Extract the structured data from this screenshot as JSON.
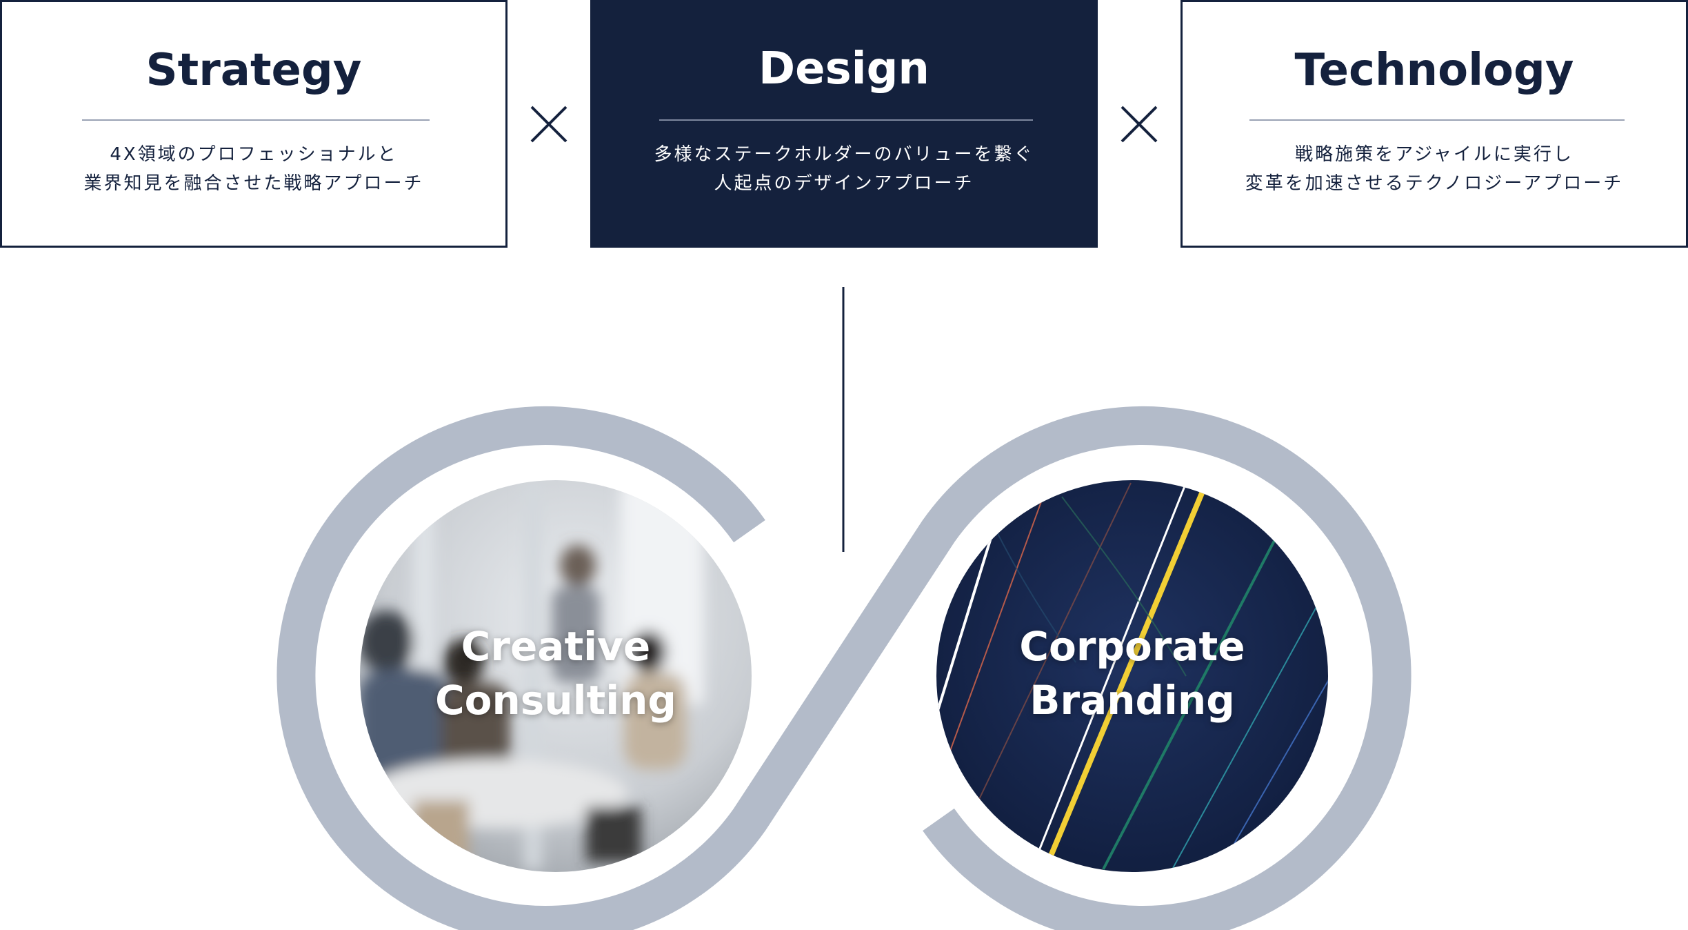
{
  "cards": [
    {
      "title": "Strategy",
      "desc": [
        "4X領域のプロフェッショナルと",
        "業界知見を融合させた戦略アプローチ"
      ]
    },
    {
      "title": "Design",
      "desc": [
        "多様なステークホルダーのバリューを繋ぐ",
        "人起点のデザインアプローチ"
      ]
    },
    {
      "title": "Technology",
      "desc": [
        "戦略施策をアジャイルに実行し",
        "変革を加速させるテクノロジーアプローチ"
      ]
    }
  ],
  "circles": [
    {
      "label": [
        "Creative",
        "Consulting"
      ]
    },
    {
      "label": [
        "Corporate",
        "Branding"
      ]
    }
  ],
  "colors": {
    "navy": "#14213d",
    "loop": "#b3bbc9",
    "rule": "#9aa2b4",
    "accent_yellow": "#f2cf35"
  },
  "icons": [
    "times-icon",
    "times-icon"
  ]
}
